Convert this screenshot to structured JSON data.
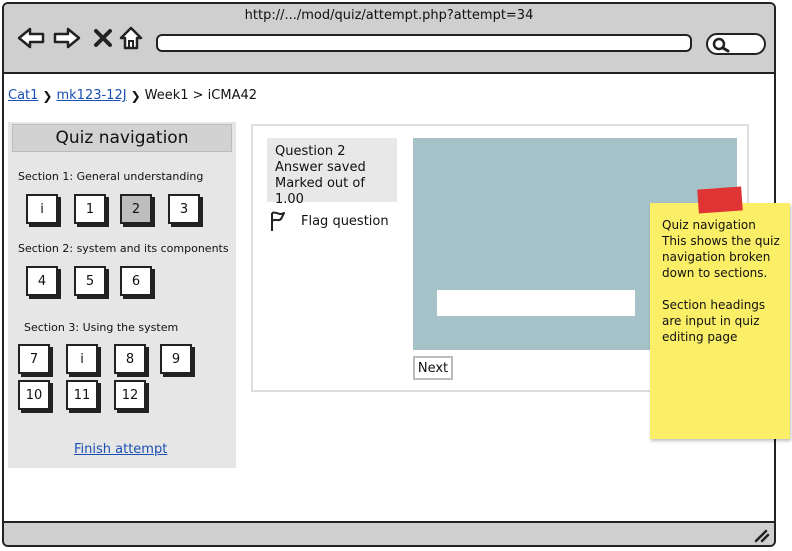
{
  "browser": {
    "url": "http://.../mod/quiz/attempt.php?attempt=34",
    "back_icon": "arrow-left-icon",
    "forward_icon": "arrow-right-icon",
    "stop_icon": "close-icon",
    "home_icon": "home-icon",
    "search_icon": "search-icon"
  },
  "breadcrumb": {
    "items": [
      "Cat1",
      "mk123-12J",
      "Week1 > iCMA42"
    ]
  },
  "quiz_nav": {
    "title": "Quiz navigation",
    "sections": [
      {
        "heading": "Section 1: General understanding",
        "buttons": [
          "i",
          "1",
          "2",
          "3"
        ]
      },
      {
        "heading": "Section 2: system and its components",
        "buttons": [
          "4",
          "5",
          "6"
        ]
      },
      {
        "heading": "Section 3: Using the system",
        "buttons": [
          "7",
          "i",
          "8",
          "9",
          "10",
          "11",
          "12"
        ]
      }
    ],
    "current_question": "2",
    "finish_label": "Finish attempt"
  },
  "question": {
    "title": "Question 2",
    "status": "Answer saved",
    "marks": "Marked out of 1.00",
    "flag_label": "Flag question",
    "next_label": "Next"
  },
  "note": {
    "text": "Quiz navigation\nThis shows the quiz navigation broken down to sections.\n\nSection headings are input in quiz editing page"
  },
  "colors": {
    "question_area": "#a4c2c8",
    "sticky_note": "#fbef68",
    "tape": "#e03434",
    "link": "#1a4fb3"
  }
}
